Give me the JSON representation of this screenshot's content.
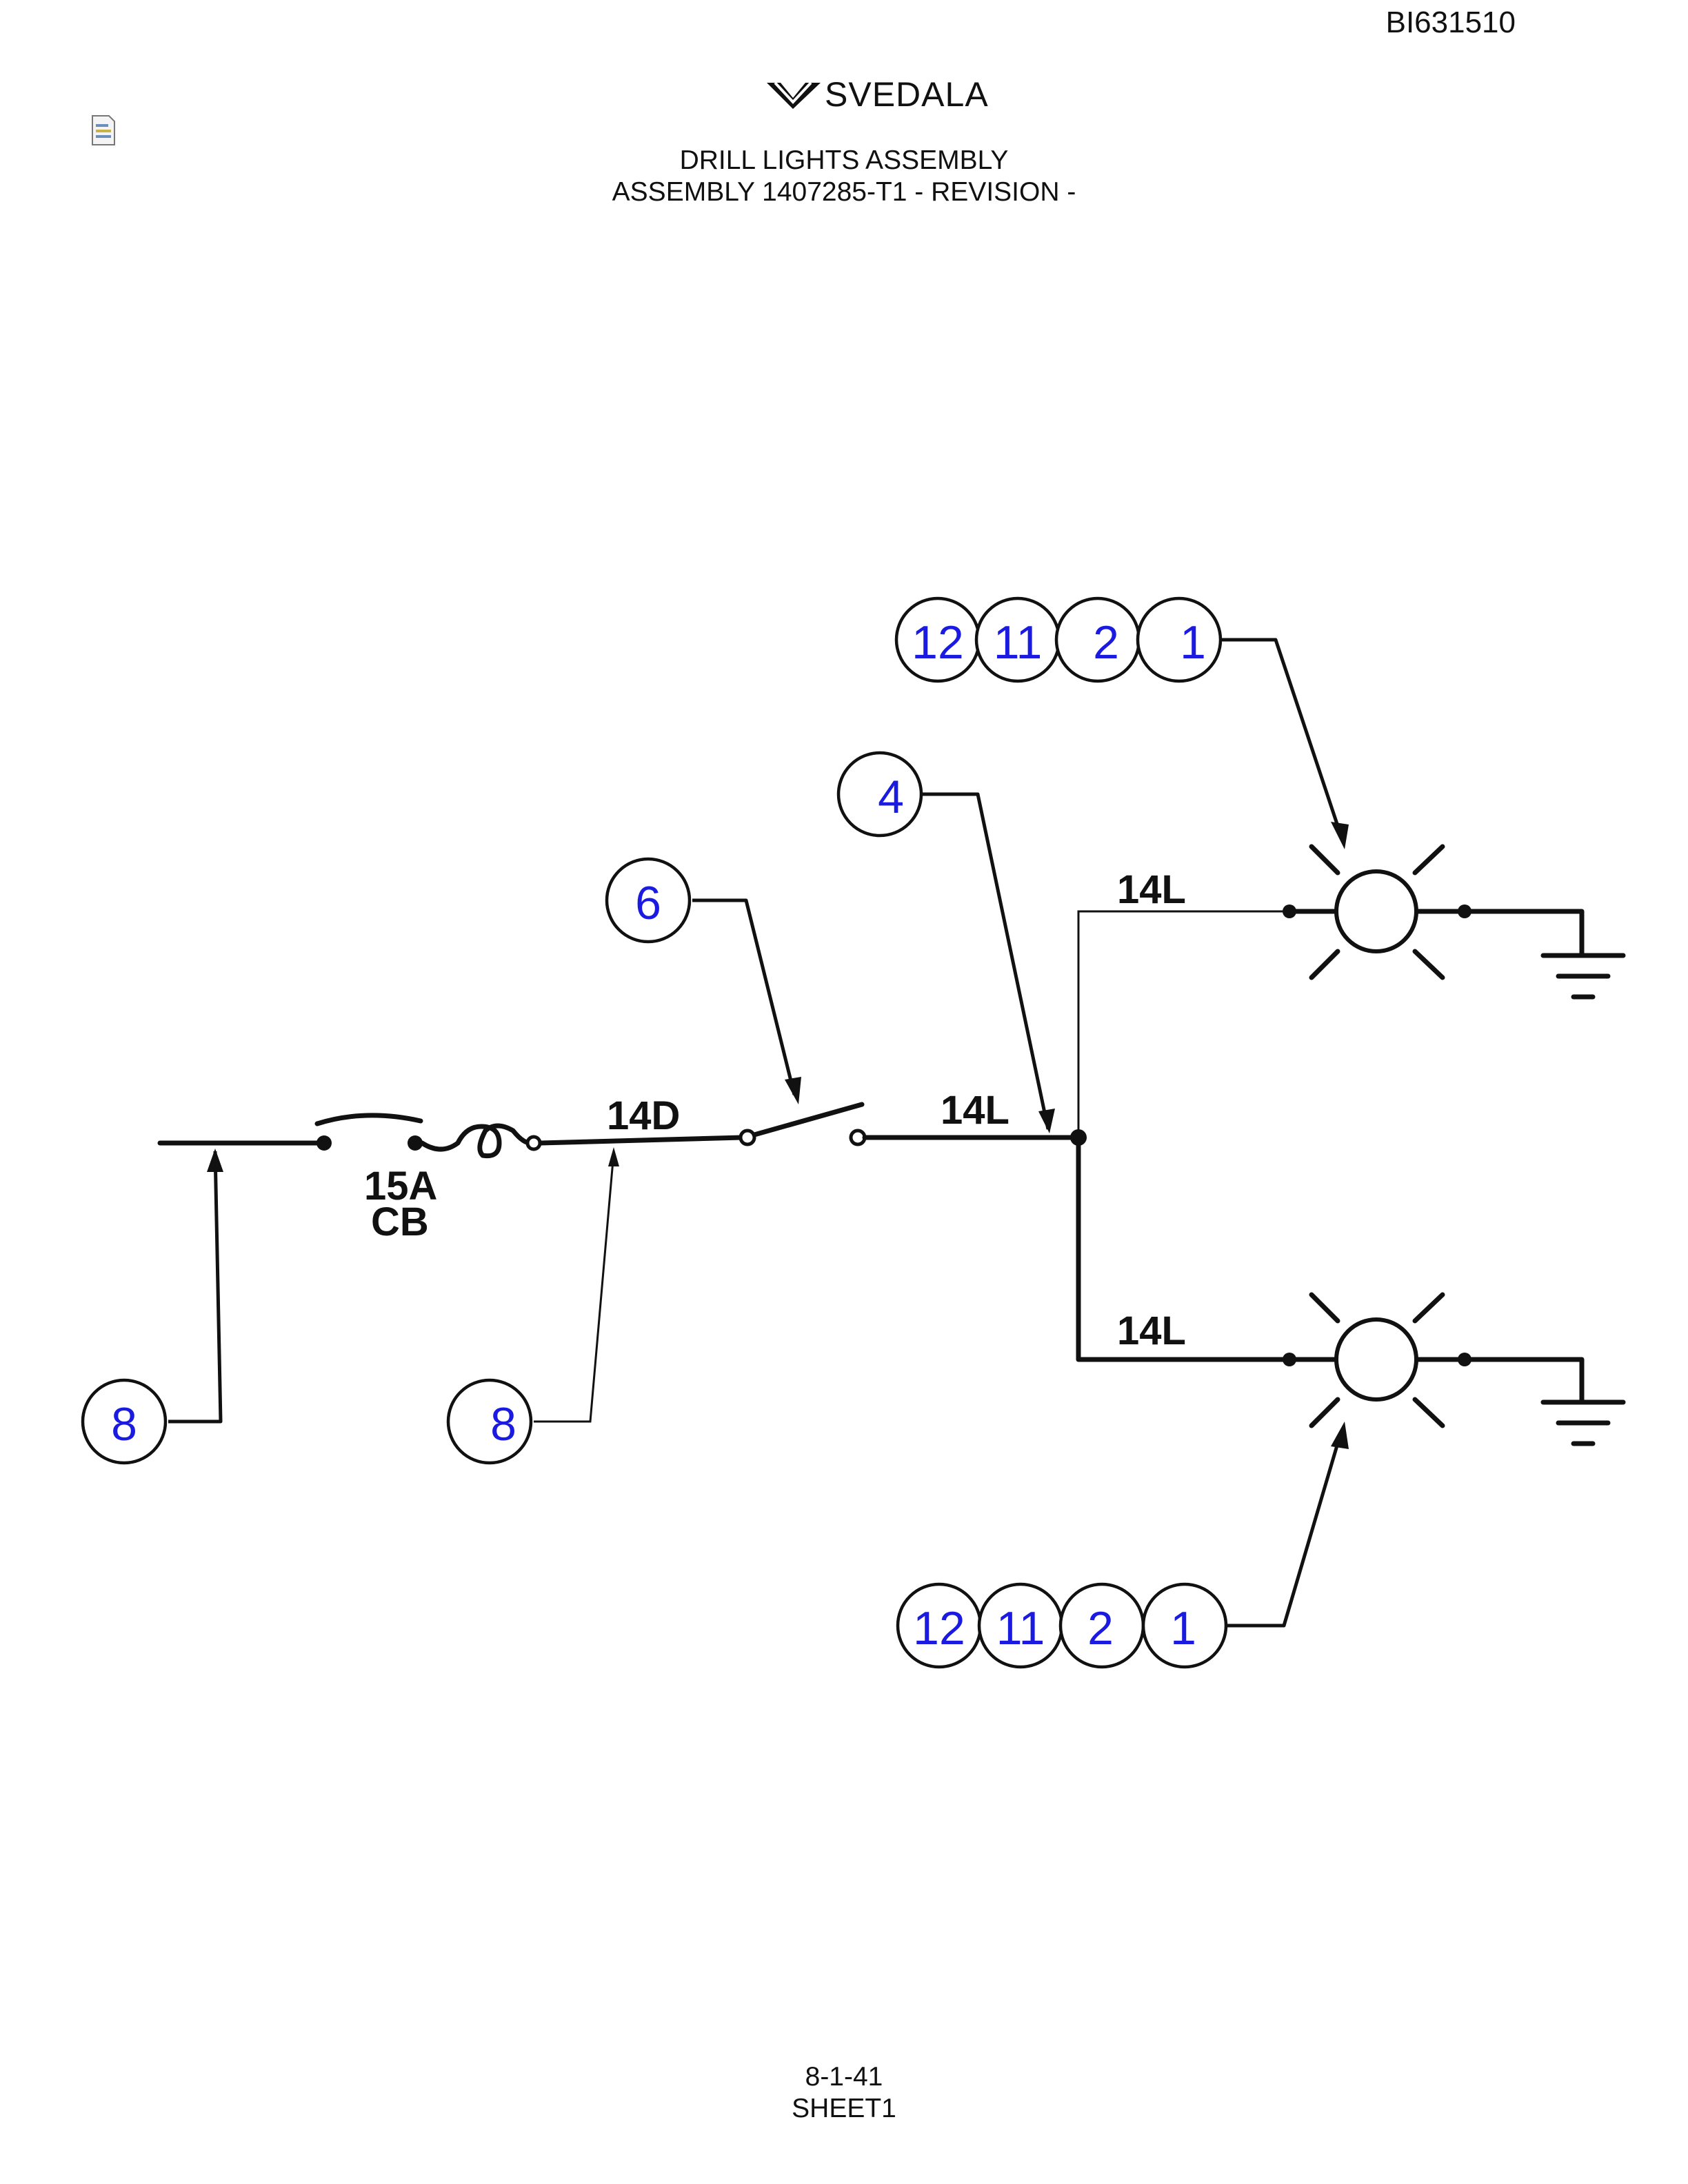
{
  "header": {
    "doc_id": "BI631510",
    "brand": "SVEDALA",
    "title_line1": "DRILL LIGHTS ASSEMBLY",
    "title_line2": "ASSEMBLY 1407285-T1 - REVISION -"
  },
  "diagram": {
    "breaker_rating": "15A",
    "breaker_abbrev": "CB",
    "wire_switch_input": "14D",
    "wire_switch_output": "14L",
    "wire_upper_lamp": "14L",
    "wire_lower_lamp": "14L",
    "balloons": {
      "upper_lamp": [
        "12",
        "11",
        "2",
        "1"
      ],
      "lower_lamp": [
        "12",
        "11",
        "2",
        "1"
      ],
      "junction": "4",
      "switch": "6",
      "breaker_left": "8",
      "breaker_right": "8"
    }
  },
  "footer": {
    "page": "8-1-41",
    "sheet": "SHEET1"
  }
}
